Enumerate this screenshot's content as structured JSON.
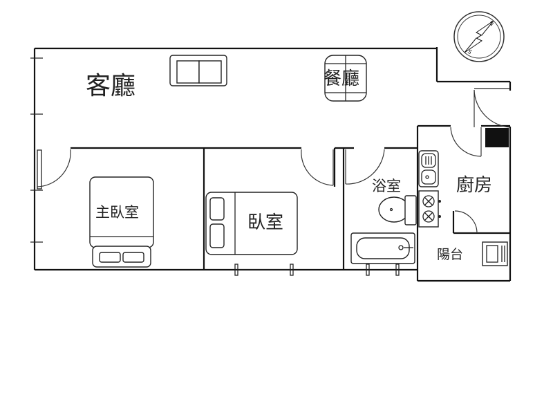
{
  "rooms": {
    "living_room": "客廳",
    "dining_room": "餐廳",
    "master_bedroom": "主臥室",
    "bedroom": "臥室",
    "bathroom": "浴室",
    "kitchen": "廚房",
    "balcony": "陽台"
  },
  "compass": {
    "north": "N",
    "south": "S"
  },
  "colors": {
    "wall": "#111111",
    "background": "#ffffff",
    "fridge": "#111111"
  }
}
